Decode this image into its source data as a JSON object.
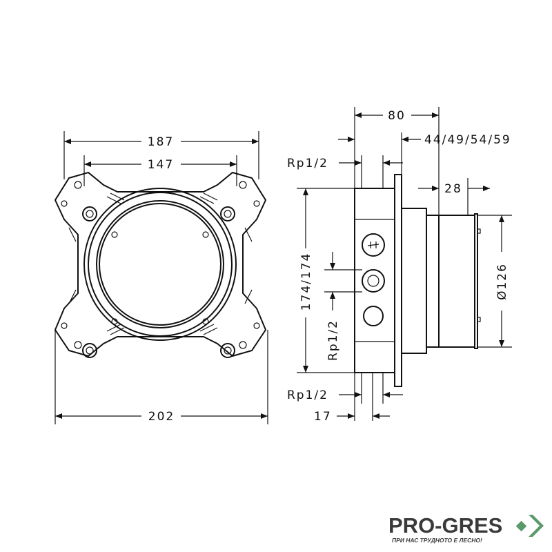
{
  "dimensions": {
    "width_187": "187",
    "width_147": "147",
    "width_202": "202",
    "depth_80": "80",
    "depth_range": "44/49/54/59",
    "depth_28": "28",
    "diameter": "Ø126",
    "height": "174/174",
    "rp_top": "Rp1/2",
    "rp_middle": "Rp1/2",
    "rp_bottom": "Rp1/2",
    "depth_17": "17"
  },
  "logo": {
    "name": "PRO-GRES",
    "tagline": "ПРИ НАС ТРУДНОТО Е ЛЕСНО!",
    "color": "#5a9a6a"
  }
}
